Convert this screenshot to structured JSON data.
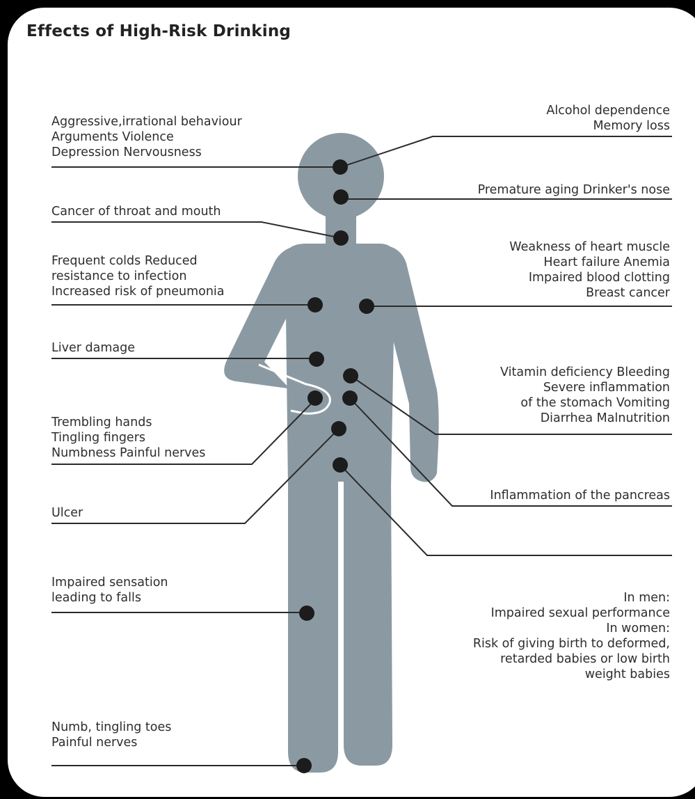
{
  "title": "Effects of High-Risk Drinking",
  "colors": {
    "figure": "#8b9aa2",
    "dot": "#1c1c1c",
    "line": "#2a2a2a",
    "text": "#2d2d2d",
    "background": "#ffffff",
    "frame": "#000000"
  },
  "labels": {
    "mind": [
      "Aggressive,irrational behaviour",
      "Arguments  Violence",
      "Depression  Nervousness"
    ],
    "brain": [
      "Alcohol dependence",
      "Memory loss"
    ],
    "nose": [
      "Premature aging  Drinker's nose"
    ],
    "throat": [
      "Cancer of throat and mouth"
    ],
    "lungs": [
      "Frequent colds  Reduced",
      "resistance to infection",
      "Increased risk of pneumonia"
    ],
    "heart": [
      "Weakness of heart muscle",
      "Heart failure  Anemia",
      "Impaired blood clotting",
      "Breast cancer"
    ],
    "liver": [
      "Liver damage"
    ],
    "stomach": [
      "Vitamin deficiency  Bleeding",
      "Severe inflammation",
      "of the stomach  Vomiting",
      "Diarrhea  Malnutrition"
    ],
    "hands": [
      "Trembling hands",
      "Tingling fingers",
      "Numbness  Painful nerves"
    ],
    "pancreas": [
      "Inflammation of the pancreas"
    ],
    "ulcer": [
      "Ulcer"
    ],
    "legs": [
      "Impaired sensation",
      "leading to falls"
    ],
    "reproductive": [
      "In men:",
      "Impaired sexual performance",
      "In women:",
      "Risk of giving birth to deformed,",
      "retarded babies or low birth",
      "weight babies"
    ],
    "feet": [
      "Numb, tingling toes",
      "Painful nerves"
    ]
  }
}
